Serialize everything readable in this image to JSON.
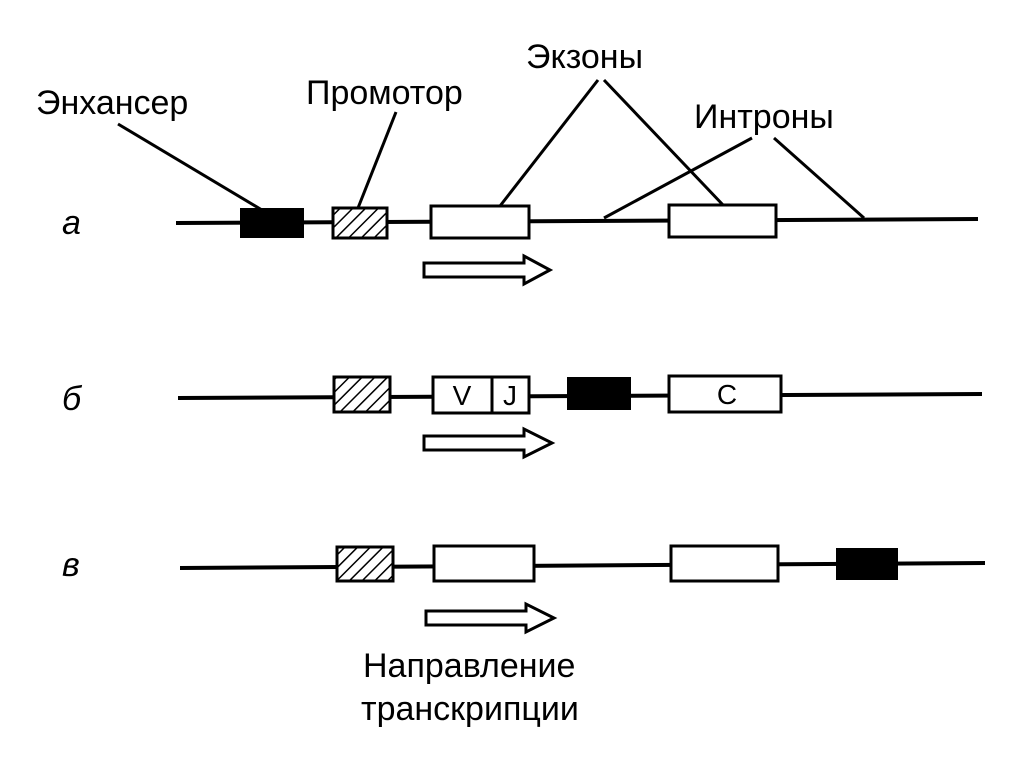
{
  "labels": {
    "enhancer": "Энхансер",
    "promoter": "Промотор",
    "exons": "Экзоны",
    "introns": "Интроны",
    "direction_line1": "Направление",
    "direction_line2": "транскрипции"
  },
  "rows": {
    "a": "а",
    "b": "б",
    "c": "в"
  },
  "segments": {
    "v": "V",
    "j": "J",
    "c": "C"
  },
  "colors": {
    "ink": "#000000",
    "background": "#ffffff"
  }
}
